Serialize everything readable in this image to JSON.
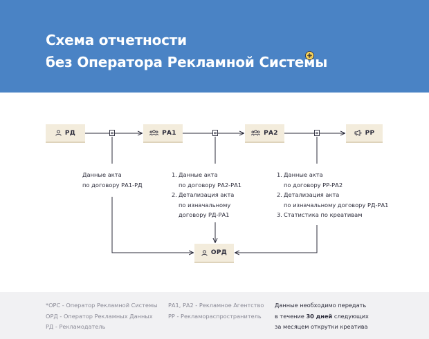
{
  "header": {
    "title_line1": "Схема отчетности",
    "title_line2": "без Оператора Рекламной Системы",
    "bg_color": "#4a83c5"
  },
  "nodes": {
    "rd": {
      "label": "РД",
      "icon": "person-icon"
    },
    "ra1": {
      "label": "РА1",
      "icon": "group-icon"
    },
    "ra2": {
      "label": "РА2",
      "icon": "group-icon"
    },
    "rr": {
      "label": "РР",
      "icon": "megaphone-icon"
    },
    "ord": {
      "label": "ОРД",
      "icon": "person-icon"
    }
  },
  "blocks": {
    "rd": {
      "lines": [
        "Данные акта",
        "по договору РА1-РД"
      ]
    },
    "ra1": {
      "items": [
        {
          "num": "1.",
          "lines": [
            "Данные акта",
            "по договору РА2-РА1"
          ]
        },
        {
          "num": "2.",
          "lines": [
            "Детализация акта",
            "по изначальному",
            "договору РД-РА1"
          ]
        }
      ]
    },
    "ra2": {
      "items": [
        {
          "num": "1.",
          "lines": [
            "Данные акта",
            "по договору РР-РА2"
          ]
        },
        {
          "num": "2.",
          "lines": [
            "Детализация акта",
            "по изначальному договору РД-РА1"
          ]
        },
        {
          "num": "3.",
          "lines": [
            "Статистика по креативам"
          ]
        }
      ]
    }
  },
  "footer": {
    "legend1": [
      "*ОРС - Оператор Рекламной Системы",
      "ОРД - Оператор Рекламных Данных",
      "РД - Рекламодатель"
    ],
    "legend2": [
      "РА1, РА2 - Рекламное Агентство",
      "РР - Рекламораспространитель"
    ],
    "note": {
      "line1": "Данные необходимо передать",
      "line2_pre": "в течение ",
      "line2_bold": "30 дней",
      "line2_post": " следующих",
      "line3": "за месяцем открутки креатива"
    }
  },
  "colors": {
    "node_bg": "#f3ecdc",
    "line": "#2b2b3a",
    "footer_bg": "#f1f1f3"
  }
}
